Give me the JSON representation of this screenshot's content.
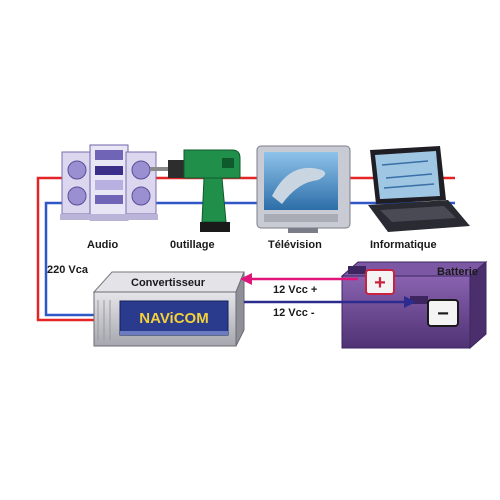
{
  "devices": [
    {
      "id": "audio",
      "label": "Audio",
      "icon": "stereo-system-icon"
    },
    {
      "id": "tools",
      "label": "0utillage",
      "icon": "power-drill-icon"
    },
    {
      "id": "tv",
      "label": "Télévision",
      "icon": "television-icon"
    },
    {
      "id": "computer",
      "label": "Informatique",
      "icon": "laptop-icon"
    }
  ],
  "voltage_ac": "220 Vca",
  "converter": {
    "title": "Convertisseur",
    "brand": "NAViCOM"
  },
  "battery": {
    "label": "Batterie",
    "plus": "+",
    "minus": "−"
  },
  "wires": {
    "positive": "12 Vcc +",
    "negative": "12 Vcc -"
  },
  "colors": {
    "positive_wire": "#e0147a",
    "negative_wire": "#2c2c8f",
    "ac_red": "#e52525",
    "ac_blue": "#2f57c8",
    "battery_body": "#6f4a95",
    "converter_body": "#c9c9cf",
    "label_panel": "#2a3a8c"
  }
}
